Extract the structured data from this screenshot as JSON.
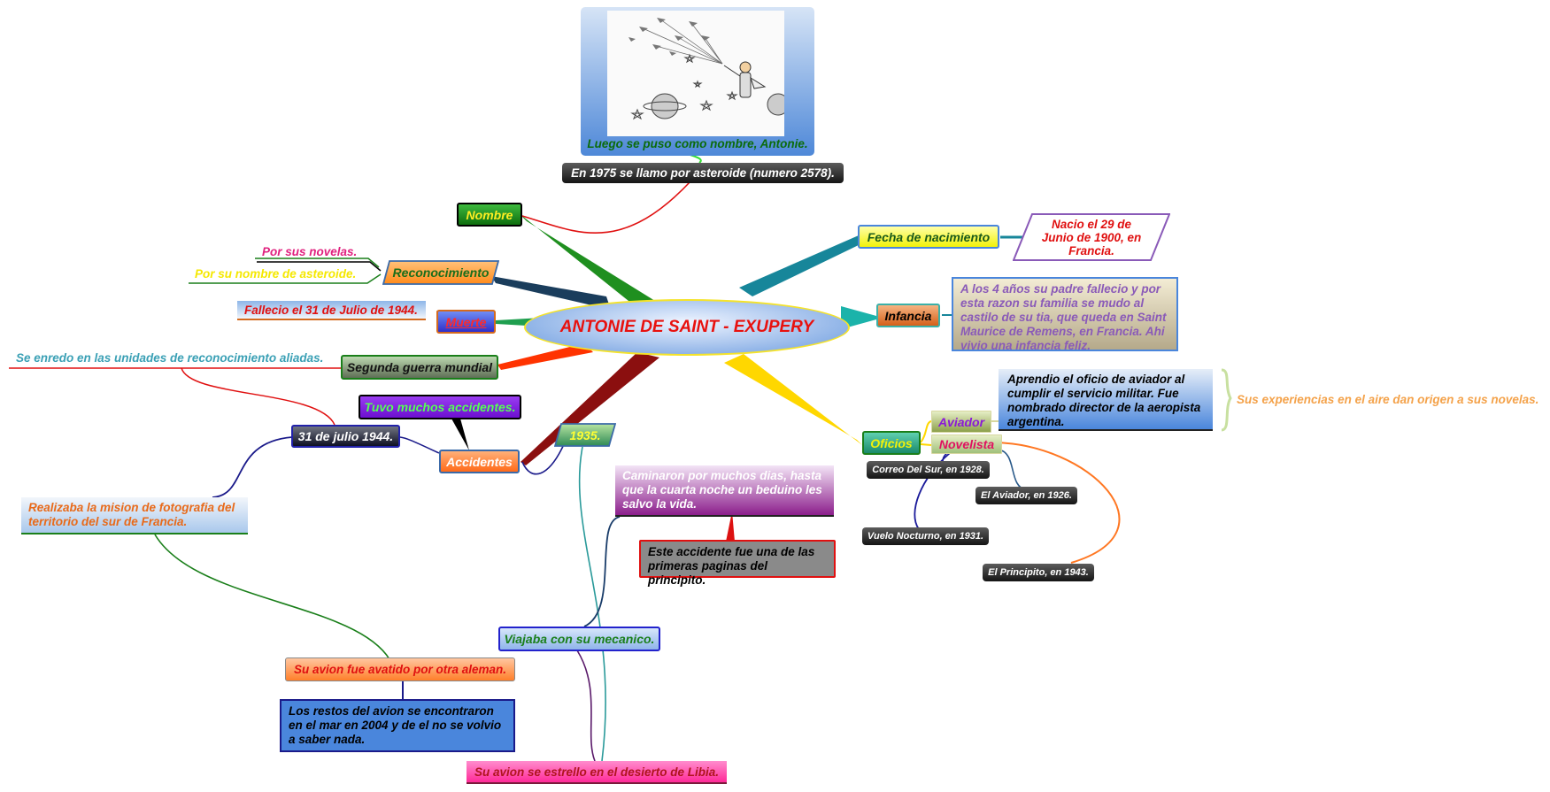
{
  "center": {
    "label": "ANTONIE DE SAINT - EXUPERY"
  },
  "image": {
    "caption": "Luego se puso como nombre, Antonie."
  },
  "nodes": {
    "asteroid": "En 1975 se llamo por asteroide (numero 2578).",
    "nombre": "Nombre",
    "reconocimiento": "Reconocimiento",
    "por_novelas": "Por sus novelas.",
    "por_asteroide": "Por su nombre de asteroide.",
    "fallecio": "Fallecio el 31 de Julio de 1944.",
    "muerte": "Muerte",
    "reconocimiento_aliadas": "Se enredo en las unidades de reconocimiento aliadas.",
    "segunda_guerra": "Segunda guerra mundial",
    "muchos_accidentes": "Tuvo muchos accidentes.",
    "julio_1944": "31 de julio 1944.",
    "accidentes": "Accidentes",
    "year_1935": "1935.",
    "fotografia": "Realizaba la mision de fotografia del territorio del sur de Francia.",
    "avion_avatido": "Su avion fue avatido por otra aleman.",
    "restos": "Los restos del avion se encontraron en el mar en 2004 y de el no se volvio a saber nada.",
    "mecanico": "Viajaba con su mecanico.",
    "desierto": "Su avion se estrello en el desierto de Libia.",
    "caminaron": "Caminaron por muchos dias, hasta que la cuarta noche un beduino les salvo la vida.",
    "principito_acc": "Este accidente fue una de las primeras paginas del principito.",
    "fecha_nacimiento": "Fecha de nacimiento",
    "nacio": "Nacio el 29 de Junio de 1900, en Francia.",
    "infancia": "Infancia",
    "infancia_text": "A los 4 años su padre fallecio y por esta razon su familia se mudo al castilo de su tia, que queda en Saint Maurice de Remens, en Francia.  Ahi vivio una infancia feliz.",
    "oficios": "Oficios",
    "aviador": "Aviador",
    "novelista": "Novelista",
    "aviador_text": "Aprendio el oficio de aviador al cumplir el servicio militar. Fue nombrado director de la aeropista argentina.",
    "experiencias": "Sus experiencias en el aire dan origen a sus novelas.",
    "correo": "Correo Del Sur, en 1928.",
    "el_aviador": "El Aviador, en 1926.",
    "vuelo": "Vuelo Nocturno, en 1931.",
    "principito": "El Principito, en 1943."
  },
  "colors": {
    "green": "#1f8f1f",
    "red_orange": "#ff3300",
    "dark_red": "#8b0f0f",
    "navy": "#1a3d5c",
    "teal": "#17869a",
    "gold": "#ffd700",
    "cyan": "#1bb3aa"
  }
}
